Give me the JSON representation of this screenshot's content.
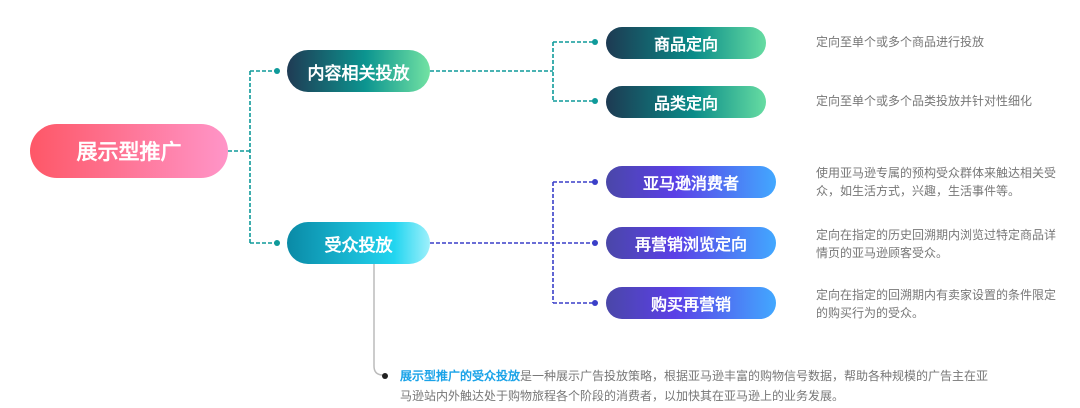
{
  "root": {
    "label": "展示型推广"
  },
  "branches": [
    {
      "label": "内容相关投放",
      "leaves": [
        {
          "label": "商品定向",
          "desc": "定向至单个或多个商品进行投放"
        },
        {
          "label": "品类定向",
          "desc": "定向至单个或多个品类投放并针对性细化"
        }
      ]
    },
    {
      "label": "受众投放",
      "leaves": [
        {
          "label": "亚马逊消费者",
          "desc": "使用亚马逊专属的预构受众群体来触达相关受众，如生活方式，兴趣，生活事件等。"
        },
        {
          "label": "再营销浏览定向",
          "desc": "定向在指定的历史回溯期内浏览过特定商品详情页的亚马逊顾客受众。"
        },
        {
          "label": "购买再营销",
          "desc": "定向在指定的回溯期内有卖家设置的条件限定的购买行为的受众。"
        }
      ]
    }
  ],
  "note": {
    "highlight": "展示型推广的受众投放",
    "text": "是一种展示广告投放策略，根据亚马逊丰富的购物信号数据，帮助各种规模的广告主在亚马逊站内外触达处于购物旅程各个阶段的消费者，以加快其在亚马逊上的业务发展。"
  },
  "colors": {
    "teal": "#0f9a9a",
    "blue": "#3a3fc8"
  }
}
